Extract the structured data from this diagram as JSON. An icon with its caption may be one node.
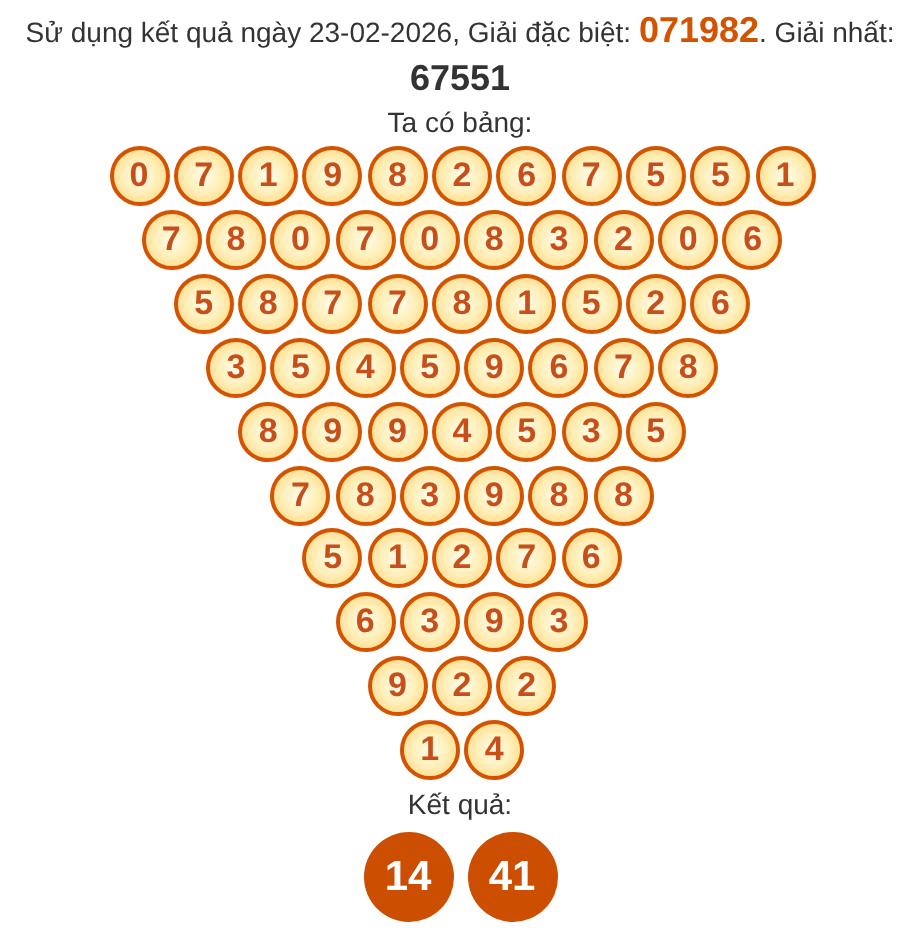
{
  "diagram": {
    "title": "Sử dụng kết quả ngày 23-02-2026, Giải đặc biệt: **071982**. Giải nhất: **67551**",
    "nodes": [
      {
        "text": [
          "0"
        ]
      },
      {
        "text": [
          "7"
        ]
      },
      {
        "text": [
          "1"
        ]
      },
      {
        "text": [
          "9"
        ]
      },
      {
        "text": [
          "8"
        ]
      },
      {
        "text": [
          "2"
        ]
      },
      {
        "text": [
          "6"
        ]
      },
      {
        "text": [
          "7"
        ]
      },
      {
        "text": [
          "5"
        ]
      },
      {
        "text": [
          "5"
        ]
      },
      {
        "text": [
          "1"
        ]
      },
      {
        "text": [
          "7"
        ]
      },
      {
        "text": [
          "8"
        ]
      },
      {
        "text": [
          "0"
        ]
      },
      {
        "text": [
          "7"
        ]
      },
      {
        "text": [
          "0"
        ]
      },
      {
        "text": [
          "8"
        ]
      },
      {
        "text": [
          "3"
        ]
      },
      {
        "text": [
          "2"
        ]
      },
      {
        "text": [
          "0"
        ]
      },
      {
        "text": [
          "6"
        ]
      },
      {
        "text": [
          "5"
        ]
      },
      {
        "text": [
          "8"
        ]
      },
      {
        "text": [
          "7"
        ]
      },
      {
        "text": [
          "7"
        ]
      },
      {
        "text": [
          "8"
        ]
      },
      {
        "text": [
          "1"
        ]
      },
      {
        "text": [
          "5"
        ]
      },
      {
        "text": [
          "2"
        ]
      },
      {
        "text": [
          "6"
        ]
      },
      {
        "text": [
          "3"
        ]
      },
      {
        "text": [
          "5"
        ]
      },
      {
        "text": [
          "4"
        ]
      },
      {
        "text": [
          "5"
        ]
      },
      {
        "text": [
          "9"
        ]
      },
      {
        "text": [
          "6"
        ]
      },
      {
        "text": [
          "7"
        ]
      },
      {
        "text": [
          "8"
        ]
      },
      {
        "text": [
          "8"
        ]
      },
      {
        "text": [
          "9"
        ]
      },
      {
        "text": [
          "9"
        ]
      },
      {
        "text": [
          "4"
        ]
      },
      {
        "text": [
          "5"
        ]
      },
      {
        "text": [
          "3"
        ]
      },
      {
        "text": [
          "5"
        ]
      },
      {
        "text": [
          "7"
        ]
      },
      {
        "text": [
          "8"
        ]
      },
      {
        "text": [
          "3"
        ]
      },
      {
        "text": [
          "9"
        ]
      },
      {
        "text": [
          "8"
        ]
      },
      {
        "text": [
          "8"
        ]
      },
      {
        "text": [
          "5"
        ]
      },
      {
        "text": [
          "1"
        ]
      },
      {
        "text": [
          "2"
        ]
      },
      {
        "text": [
          "7"
        ]
      },
      {
        "text": [
          "6"
        ]
      },
      {
        "text": [
          "6"
        ]
      },
      {
        "text": [
          "3"
        ]
      },
      {
        "text": [
          "9"
        ]
      },
      {
        "text": [
          "3"
        ]
      },
      {
        "text": [
          "9"
        ]
      },
      {
        "text": [
          "2"
        ]
      },
      {
        "text": [
          "2"
        ]
      },
      {
        "text": [
          "1"
        ]
      },
      {
        "text": [
          "4"
        ]
      },
      {
        "text": [
          "14"
        ]
      },
      {
        "text": [
          "41"
        ]
      }
    ],
    "labels": [
      "Ta có bảng:",
      "Kết quả:"
    ]
  }
}
